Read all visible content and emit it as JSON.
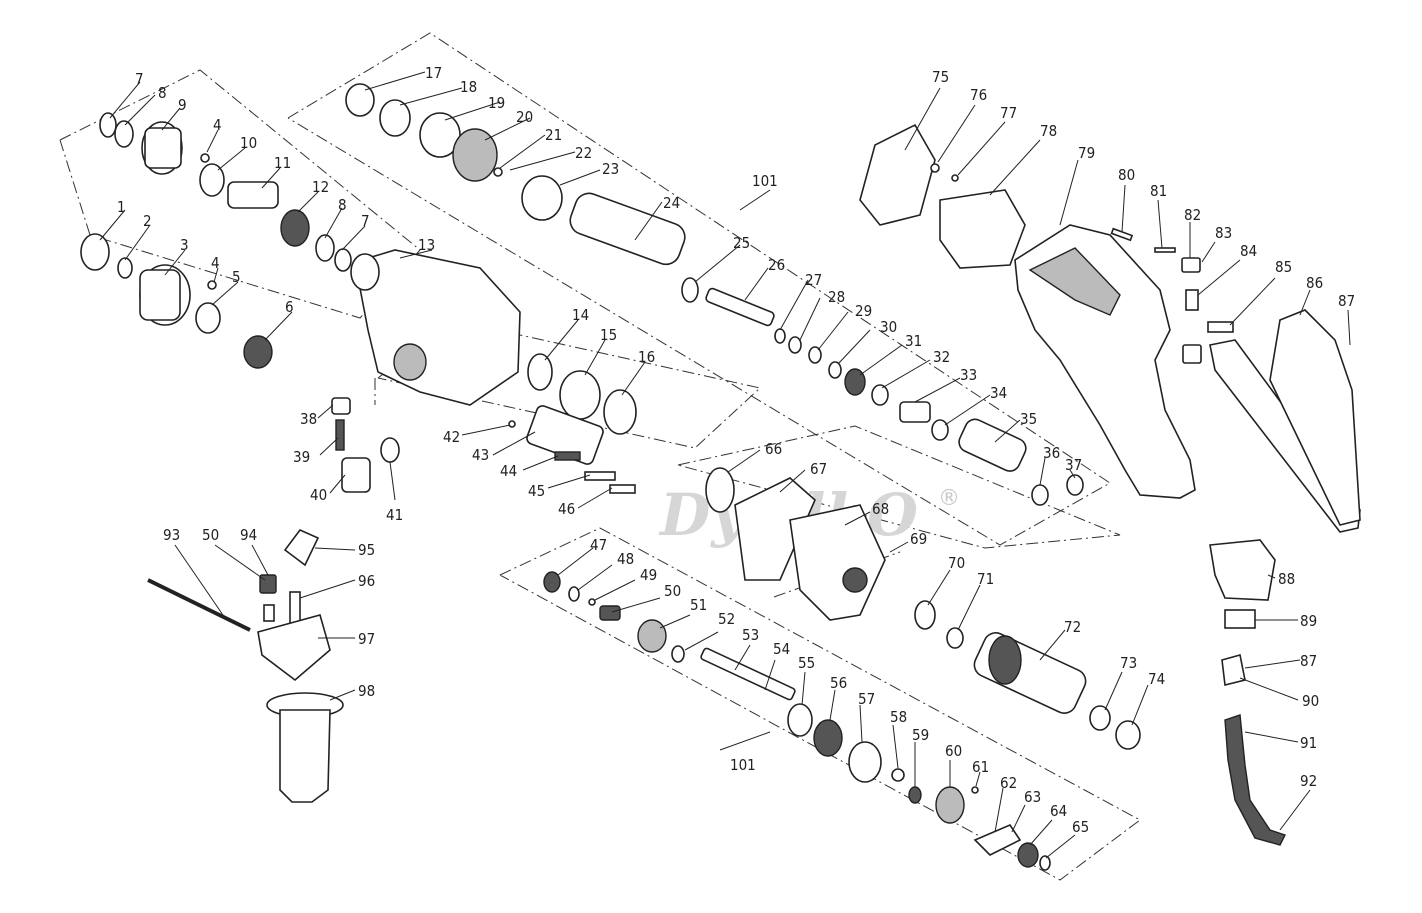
{
  "watermark": {
    "text": "DyadkO",
    "registered": "®"
  },
  "labels": [
    "1",
    "2",
    "3",
    "4",
    "5",
    "6",
    "7",
    "8",
    "9",
    "10",
    "11",
    "12",
    "13",
    "14",
    "15",
    "16",
    "17",
    "18",
    "19",
    "20",
    "21",
    "22",
    "23",
    "24",
    "25",
    "26",
    "27",
    "28",
    "29",
    "30",
    "31",
    "32",
    "33",
    "34",
    "35",
    "36",
    "37",
    "38",
    "39",
    "40",
    "41",
    "42",
    "43",
    "44",
    "45",
    "46",
    "47",
    "48",
    "49",
    "50",
    "51",
    "52",
    "53",
    "54",
    "55",
    "56",
    "57",
    "58",
    "59",
    "60",
    "61",
    "62",
    "63",
    "64",
    "65",
    "66",
    "67",
    "68",
    "69",
    "70",
    "71",
    "72",
    "73",
    "74",
    "75",
    "76",
    "77",
    "78",
    "79",
    "80",
    "81",
    "82",
    "83",
    "84",
    "85",
    "86",
    "87",
    "88",
    "89",
    "90",
    "91",
    "92",
    "93",
    "94",
    "95",
    "96",
    "97",
    "98",
    "101"
  ],
  "labels_repeated": {
    "l4b": "4",
    "l7b": "7",
    "l8b": "8",
    "l50b": "50",
    "l87b": "87",
    "l101b": "101"
  }
}
